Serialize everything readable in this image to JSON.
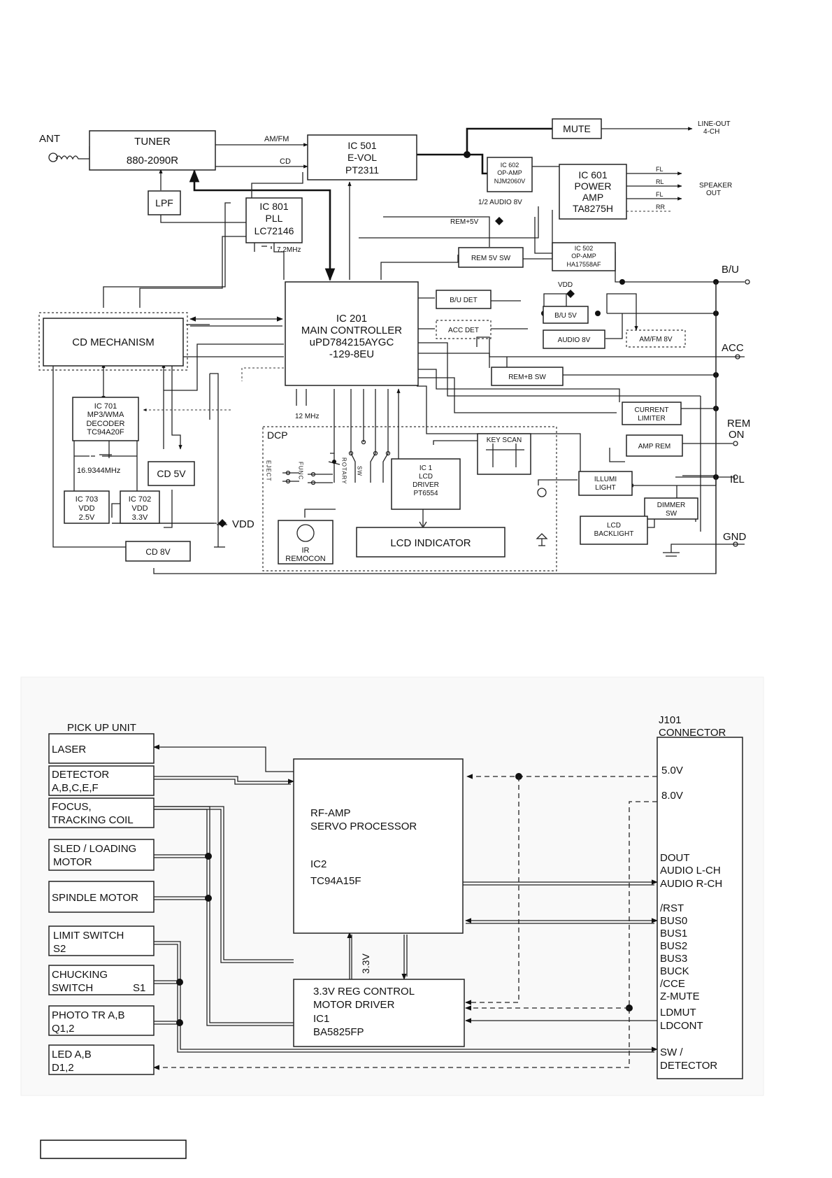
{
  "top": {
    "ant": "ANT",
    "tuner": [
      "TUNER",
      "880-2090R"
    ],
    "lpf": "LPF",
    "pll": [
      "IC 801",
      "PLL",
      "LC72146"
    ],
    "pll_xtal": "7.2MHz",
    "evol": [
      "IC 501",
      "E-VOL",
      "PT2311"
    ],
    "amfm": "AM/FM",
    "cd": "CD",
    "mute": "MUTE",
    "line_out": [
      "LINE-OUT",
      "4-CH"
    ],
    "opamp602": [
      "IC 602",
      "OP-AMP",
      "NJM2060V"
    ],
    "audio_half": "1/2 AUDIO 8V",
    "power_amp": [
      "IC 601",
      "POWER",
      "AMP",
      "TA8275H"
    ],
    "sp_fl": "FL",
    "sp_rl": "RL",
    "sp_fl2": "FL",
    "sp_rr": "RR",
    "speaker_out": [
      "SPEAKER",
      "OUT"
    ],
    "rem5v": "REM+5V",
    "rem5vsw": "REM 5V SW",
    "opamp502": [
      "IC 502",
      "OP-AMP",
      "HA17558AF"
    ],
    "bu": "B/U",
    "vdd_top": "VDD",
    "budet": "B/U DET",
    "bu5v": "B/U 5V",
    "acc_det": "ACC DET",
    "audio8v": "AUDIO 8V",
    "amfm8v": "AM/FM 8V",
    "acc": "ACC",
    "rembsw": "REM+B SW",
    "main": [
      "IC 201",
      "MAIN CONTROLLER",
      "uPD784215AYGC",
      "-129-8EU"
    ],
    "main_xtal": "12 MHz",
    "cd_mech": "CD MECHANISM",
    "decoder": [
      "IC 701",
      "MP3/WMA",
      "DECODER",
      "TC94A20F"
    ],
    "dec_xtal": "16.9344MHz",
    "cd5v": "CD 5V",
    "ic703": [
      "IC 703",
      "VDD",
      "2.5V"
    ],
    "ic702": [
      "IC 702",
      "VDD",
      "3.3V"
    ],
    "vdd_left": "VDD",
    "cd8v": "CD 8V",
    "dcp": "DCP",
    "eject": "EJECT",
    "func": "FUNC",
    "rotary": "ROTARY",
    "sw": "SW",
    "lcd_driver": [
      "IC 1",
      "LCD",
      "DRIVER",
      "PT6554"
    ],
    "key_scan": "KEY SCAN",
    "lcd_indicator": "LCD INDICATOR",
    "ir": [
      "IR",
      "REMOCON"
    ],
    "current_limiter": [
      "CURRENT",
      "LIMITER"
    ],
    "amp_rem": "AMP REM",
    "rem_on": [
      "REM",
      "ON"
    ],
    "illumi": [
      "ILLUMI",
      "LIGHT"
    ],
    "ill": "ILL",
    "dimmer": [
      "DIMMER",
      "SW"
    ],
    "lcd_backlight": [
      "LCD",
      "BACKLIGHT"
    ],
    "gnd": "GND"
  },
  "bottom": {
    "pickup_title": "PICK UP UNIT",
    "laser": "LASER",
    "detector": [
      "DETECTOR",
      "A,B,C,E,F"
    ],
    "focus": [
      "FOCUS,",
      "TRACKING COIL"
    ],
    "sled": [
      "SLED / LOADING",
      "MOTOR"
    ],
    "spindle": "SPINDLE MOTOR",
    "limit": [
      "LIMIT SWITCH",
      "S2"
    ],
    "chucking": [
      "CHUCKING",
      "SWITCH",
      "S1"
    ],
    "photo": [
      "PHOTO TR A,B",
      "Q1,2"
    ],
    "led": [
      "LED A,B",
      "D1,2"
    ],
    "rfamp": [
      "RF-AMP",
      "SERVO PROCESSOR",
      "IC2",
      "TC94A15F"
    ],
    "reg": [
      "3.3V REG CONTROL",
      "MOTOR DRIVER",
      "IC1",
      "BA5825FP"
    ],
    "v33": "3.3V",
    "connector_title": [
      "J101",
      "CONNECTOR"
    ],
    "pins": [
      "5.0V",
      "8.0V",
      "DOUT",
      "AUDIO L-CH",
      "AUDIO R-CH",
      "/RST",
      "BUS0",
      "BUS1",
      "BUS2",
      "BUS3",
      "BUCK",
      "/CCE",
      "Z-MUTE",
      "LDMUT",
      "LDCONT",
      "SW /",
      "DETECTOR"
    ]
  }
}
